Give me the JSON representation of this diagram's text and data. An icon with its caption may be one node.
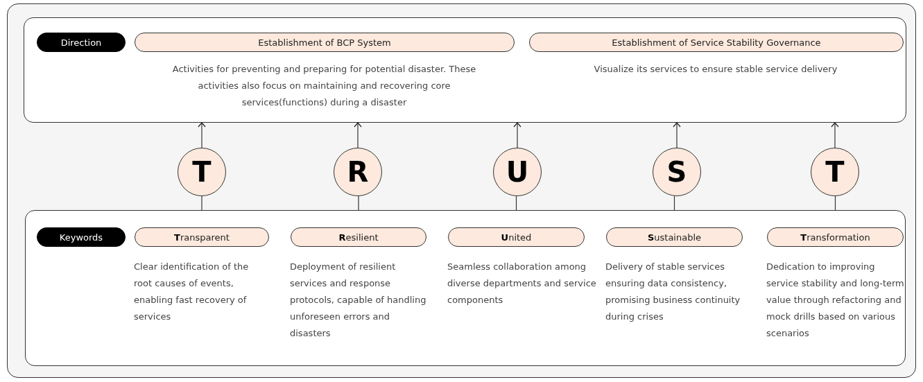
{
  "diagram": {
    "nodes": [
      {
        "text": [],
        "shape": "box"
      },
      {
        "text": [
          "Direction"
        ],
        "in": 0
      },
      {
        "text": [
          "Establishment of BCP System"
        ],
        "in": 0,
        "beside": [
          "Activities for preventing and preparing for potential disaster. These activities also focus on maintaining and recovering core services(functions) during a disaster"
        ]
      },
      {
        "text": [
          "Establishment of Service Stability Governance"
        ],
        "in": 0,
        "beside": [
          "Visualize its services to ensure stable service delivery"
        ]
      },
      {
        "text": [
          "T"
        ]
      },
      {
        "text": [
          "R"
        ]
      },
      {
        "text": [
          "U"
        ]
      },
      {
        "text": [
          "S"
        ]
      },
      {
        "text": [
          "T"
        ]
      },
      {
        "text": [],
        "shape": "box"
      },
      {
        "text": [
          "Keywords"
        ],
        "in": 9
      },
      {
        "text": [
          "**T**ransparent"
        ],
        "in": 9,
        "beside": [
          "Clear identification of the root causes of events, enabling fast recovery of services"
        ]
      },
      {
        "text": [
          "**R**esilient"
        ],
        "in": 9,
        "beside": [
          "Deployment of resilient services and response protocols, capable of handling unforeseen errors and disasters"
        ]
      },
      {
        "text": [
          "**U**nited"
        ],
        "in": 9,
        "beside": [
          "Seamless collaboration among diverse departments and service components"
        ]
      },
      {
        "text": [
          "**S**ustainable"
        ],
        "in": 9,
        "beside": [
          "Delivery of stable services ensuring data consistency, promising business continuity during crises"
        ]
      },
      {
        "text": [
          "**T**ransformation"
        ],
        "in": 9,
        "beside": [
          "Dedication to improving service stability and long-term value through refactoring and mock drills based on various scenarios"
        ]
      }
    ],
    "edges": [
      {
        "from": 11,
        "to": 4,
        "arrow": "none"
      },
      {
        "from": 4,
        "to": 0,
        "arrow": "to"
      },
      {
        "from": 12,
        "to": 5,
        "arrow": "none"
      },
      {
        "from": 5,
        "to": 0,
        "arrow": "to"
      },
      {
        "from": 13,
        "to": 6,
        "arrow": "none"
      },
      {
        "from": 6,
        "to": 0,
        "arrow": "to"
      },
      {
        "from": 14,
        "to": 7,
        "arrow": "none"
      },
      {
        "from": 7,
        "to": 0,
        "arrow": "to"
      },
      {
        "from": 15,
        "to": 8,
        "arrow": "none"
      },
      {
        "from": 8,
        "to": 0,
        "arrow": "to"
      }
    ]
  }
}
